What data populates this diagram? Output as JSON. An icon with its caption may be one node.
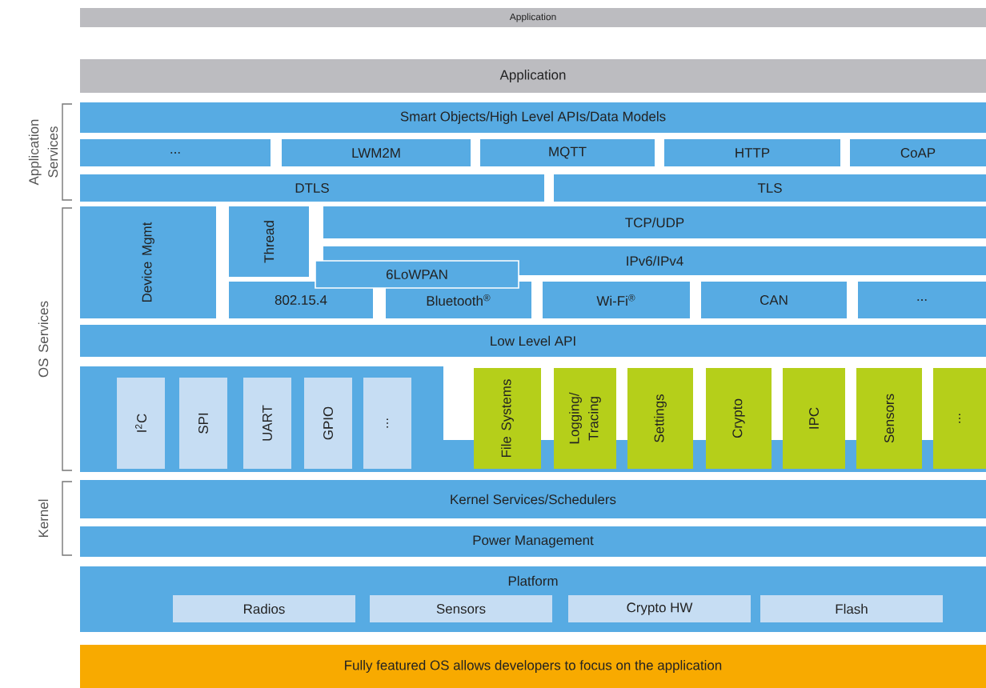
{
  "diagram": {
    "nodes": [
      {
        "text": [
          "Application"
        ]
      },
      {
        "text": [
          "Application"
        ]
      },
      {
        "text": [
          "Smart Objects/High Level APIs/Data Models"
        ]
      },
      {
        "text": [
          "..."
        ]
      },
      {
        "text": [
          "LWM2M"
        ]
      },
      {
        "text": [
          "MQTT"
        ]
      },
      {
        "text": [
          "HTTP"
        ]
      },
      {
        "text": [
          "CoAP"
        ]
      },
      {
        "text": [
          "DTLS"
        ]
      },
      {
        "text": [
          "TLS"
        ]
      },
      {
        "text": [
          "Device Mgmt"
        ]
      },
      {
        "text": [
          "Thread"
        ]
      },
      {
        "text": [
          "TCP/UDP"
        ]
      },
      {
        "text": [
          "IPv6/IPv4"
        ]
      },
      {
        "text": [
          "6LoWPAN"
        ]
      },
      {
        "text": [
          "802.15.4"
        ]
      },
      {
        "text": [
          "Bluetooth$^{®}$"
        ]
      },
      {
        "text": [
          "Wi-Fi$^{®}$"
        ]
      },
      {
        "text": [
          "CAN"
        ]
      },
      {
        "text": [
          "..."
        ]
      },
      {
        "text": [
          "Low Level API"
        ]
      },
      {
        "text": [],
        "shape": "box"
      },
      {
        "text": [
          "I$^{2}$C"
        ],
        "in": 21
      },
      {
        "text": [
          "SPI"
        ],
        "in": 21
      },
      {
        "text": [
          "UART"
        ],
        "in": 21
      },
      {
        "text": [
          "GPIO"
        ],
        "in": 21
      },
      {
        "text": [
          "..."
        ],
        "in": 21
      },
      {
        "text": [
          "File Systems"
        ],
        "in": 21
      },
      {
        "text": [
          "Logging/ Tracing"
        ],
        "in": 21
      },
      {
        "text": [
          "Settings"
        ],
        "in": 21
      },
      {
        "text": [
          "Crypto"
        ],
        "in": 21
      },
      {
        "text": [
          "IPC"
        ],
        "in": 21
      },
      {
        "text": [
          "Sensors"
        ],
        "in": 21
      },
      {
        "text": [
          "..."
        ],
        "in": 21
      },
      {
        "text": [
          "Kernel Services/Schedulers"
        ]
      },
      {
        "text": [
          "Power Management"
        ]
      },
      {
        "text": [
          "Platform"
        ]
      },
      {
        "text": [
          "Radios"
        ],
        "in": 36
      },
      {
        "text": [
          "Sensors"
        ],
        "in": 36
      },
      {
        "text": [
          "Crypto HW"
        ],
        "in": 36
      },
      {
        "text": [
          "Flash"
        ],
        "in": 36
      },
      {
        "text": [
          "Fully featured OS allows developers to focus on the application"
        ]
      }
    ],
    "labels": [
      "Application Services",
      "OS Services",
      "Kernel"
    ]
  }
}
